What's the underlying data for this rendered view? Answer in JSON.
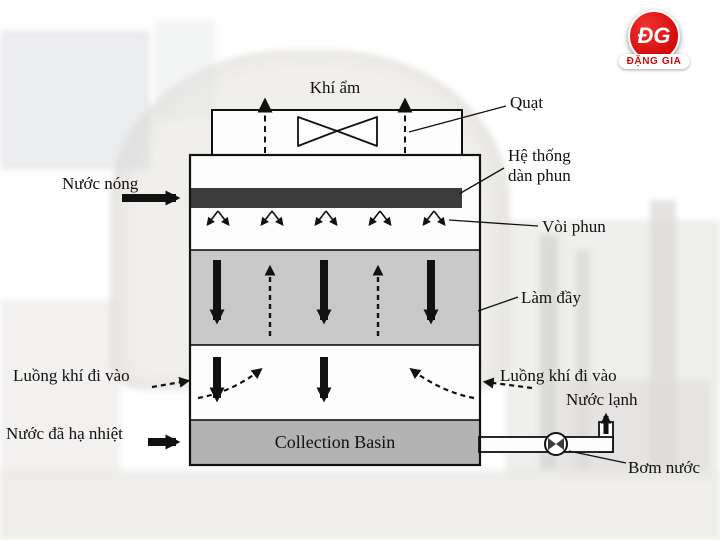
{
  "logo": {
    "monogram": "ĐG",
    "name": "ĐẶNG GIA"
  },
  "labels": {
    "humid_air": "Khí ẩm",
    "fan": "Quạt",
    "spray_system": "Hệ thống dàn phun",
    "hot_water": "Nước nóng",
    "spray_nozzle": "Vòi phun",
    "fill": "Làm đầy",
    "air_inlet_left": "Luồng khí đi vào",
    "air_inlet_right": "Luồng khí đi vào",
    "cooled_water": "Nước đã hạ nhiệt",
    "collection_basin": "Collection Basin",
    "cold_water": "Nước lạnh",
    "water_pump": "Bơm nước"
  },
  "colors": {
    "accent_red": "#d50a0a",
    "spray_header_bar": "#3c3c3c",
    "fill_section_gray": "#c9c9c9",
    "basin_gray": "#b3b3b3"
  }
}
